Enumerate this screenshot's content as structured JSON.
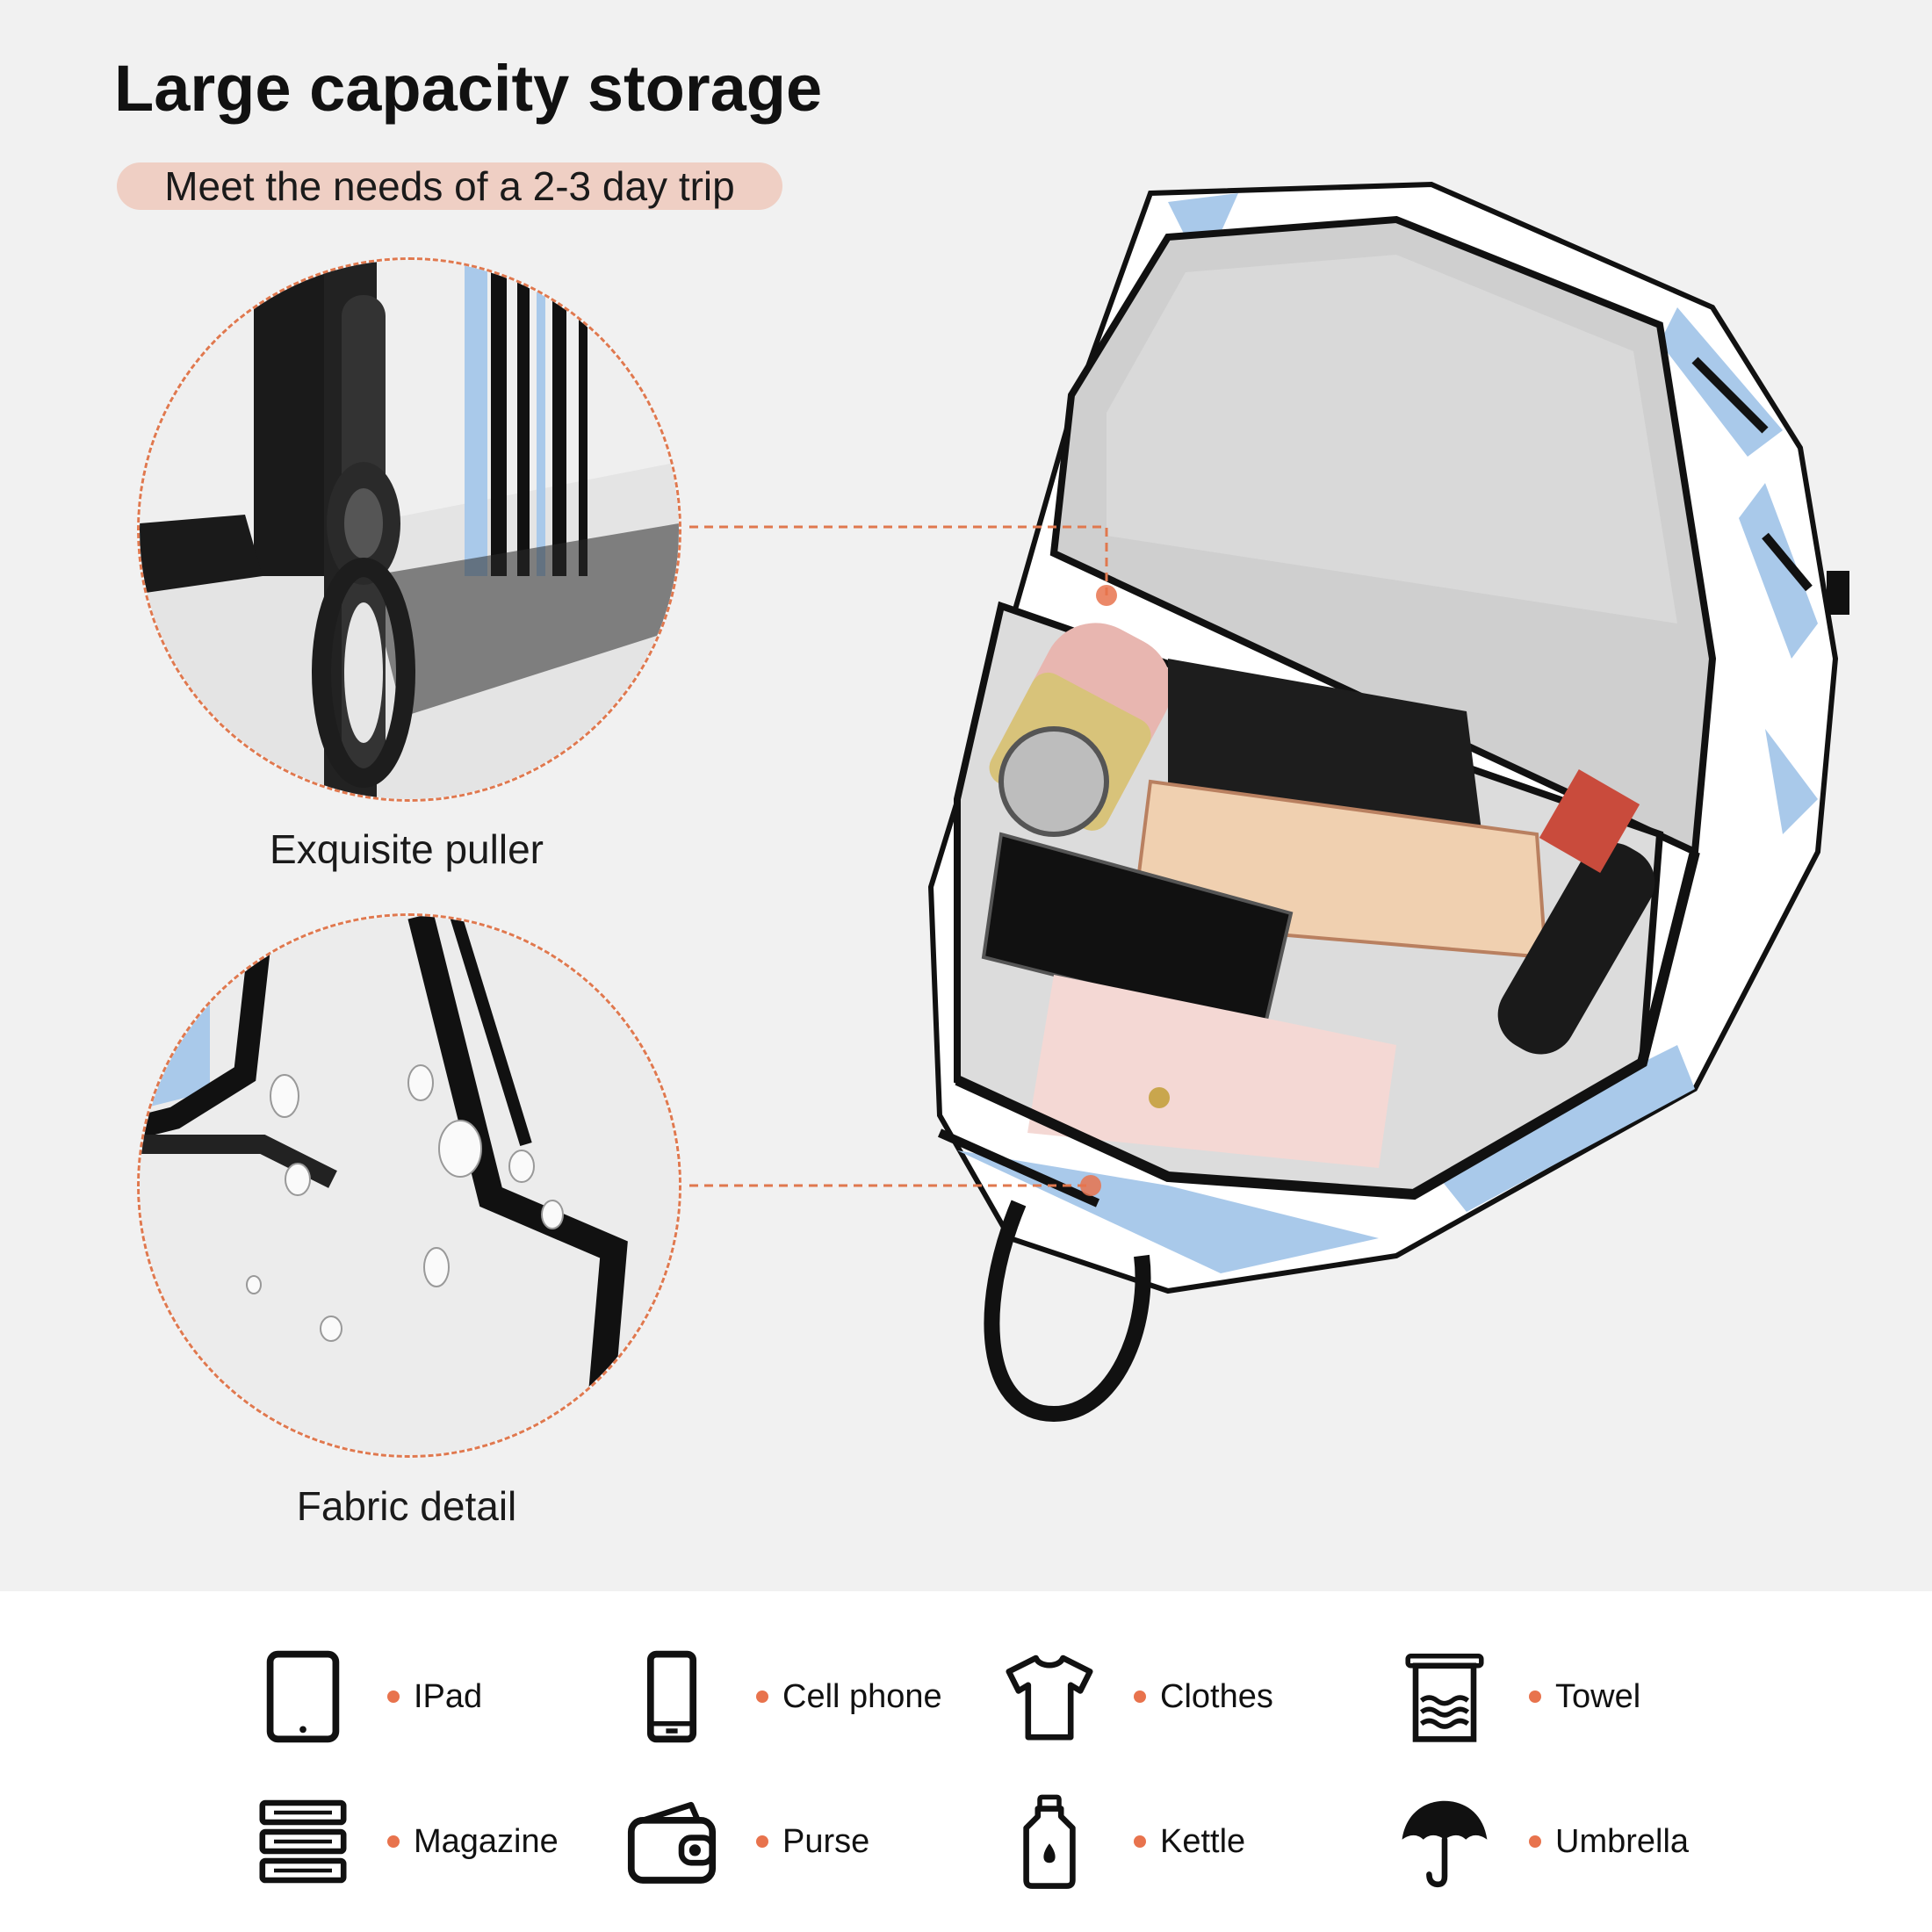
{
  "heading": {
    "title": "Large capacity storage",
    "subtitle": "Meet the needs of a 2-3 day trip"
  },
  "details": [
    {
      "caption": "Exquisite puller"
    },
    {
      "caption": "Fabric detail"
    }
  ],
  "items": [
    {
      "label": "IPad",
      "icon": "tablet-icon"
    },
    {
      "label": "Cell phone",
      "icon": "cell-phone-icon"
    },
    {
      "label": "Clothes",
      "icon": "t-shirt-icon"
    },
    {
      "label": "Towel",
      "icon": "towel-icon"
    },
    {
      "label": "Magazine",
      "icon": "magazine-stack-icon"
    },
    {
      "label": "Purse",
      "icon": "wallet-icon"
    },
    {
      "label": "Kettle",
      "icon": "bottle-icon"
    },
    {
      "label": "Umbrella",
      "icon": "umbrella-icon"
    }
  ],
  "colors": {
    "accent": "#e8734d",
    "pill": "#efcfc4",
    "background": "#f1f1f1",
    "bag_blue": "#a9c9ea"
  }
}
